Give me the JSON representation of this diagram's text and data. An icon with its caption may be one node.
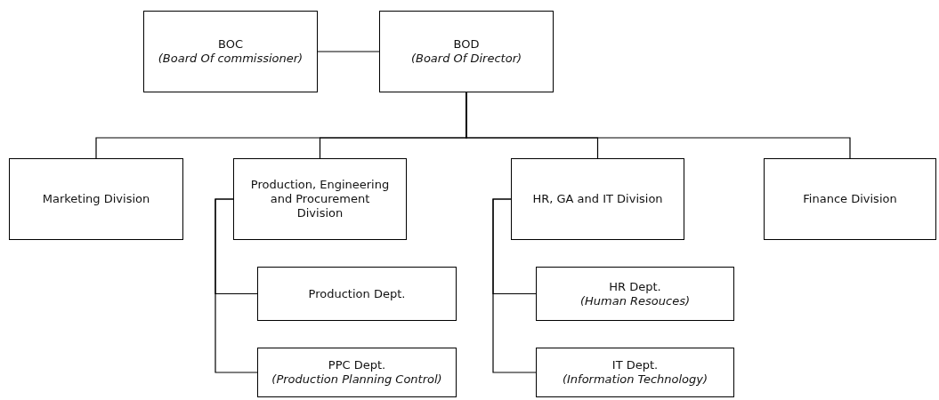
{
  "diagram": {
    "nodes": [
      {
        "text": [
          "BOC",
          "(Board Of commissioner)"
        ]
      },
      {
        "text": [
          "BOD",
          "(Board Of Director)"
        ]
      },
      {
        "text": [
          "Marketing Division"
        ]
      },
      {
        "text": [
          "Production, Engineering and Procurement Division"
        ]
      },
      {
        "text": [
          "HR, GA and IT Division"
        ]
      },
      {
        "text": [
          "Finance Division"
        ]
      },
      {
        "text": [
          "Production Dept."
        ]
      },
      {
        "text": [
          "PPC Dept.",
          "(Production Planning Control)"
        ]
      },
      {
        "text": [
          "HR Dept.",
          "(Human Resouces)"
        ]
      },
      {
        "text": [
          "IT Dept.",
          "(Information Technology)"
        ]
      }
    ],
    "edges": [
      {
        "from": 0,
        "to": 1,
        "arrow": "none"
      },
      {
        "from": 1,
        "to": 2,
        "arrow": "none"
      },
      {
        "from": 1,
        "to": 3,
        "arrow": "none"
      },
      {
        "from": 1,
        "to": 4,
        "arrow": "none"
      },
      {
        "from": 1,
        "to": 5,
        "arrow": "none"
      },
      {
        "from": 3,
        "to": 6,
        "arrow": "none"
      },
      {
        "from": 3,
        "to": 7,
        "arrow": "none"
      },
      {
        "from": 4,
        "to": 8,
        "arrow": "none"
      },
      {
        "from": 4,
        "to": 9,
        "arrow": "none"
      }
    ]
  }
}
